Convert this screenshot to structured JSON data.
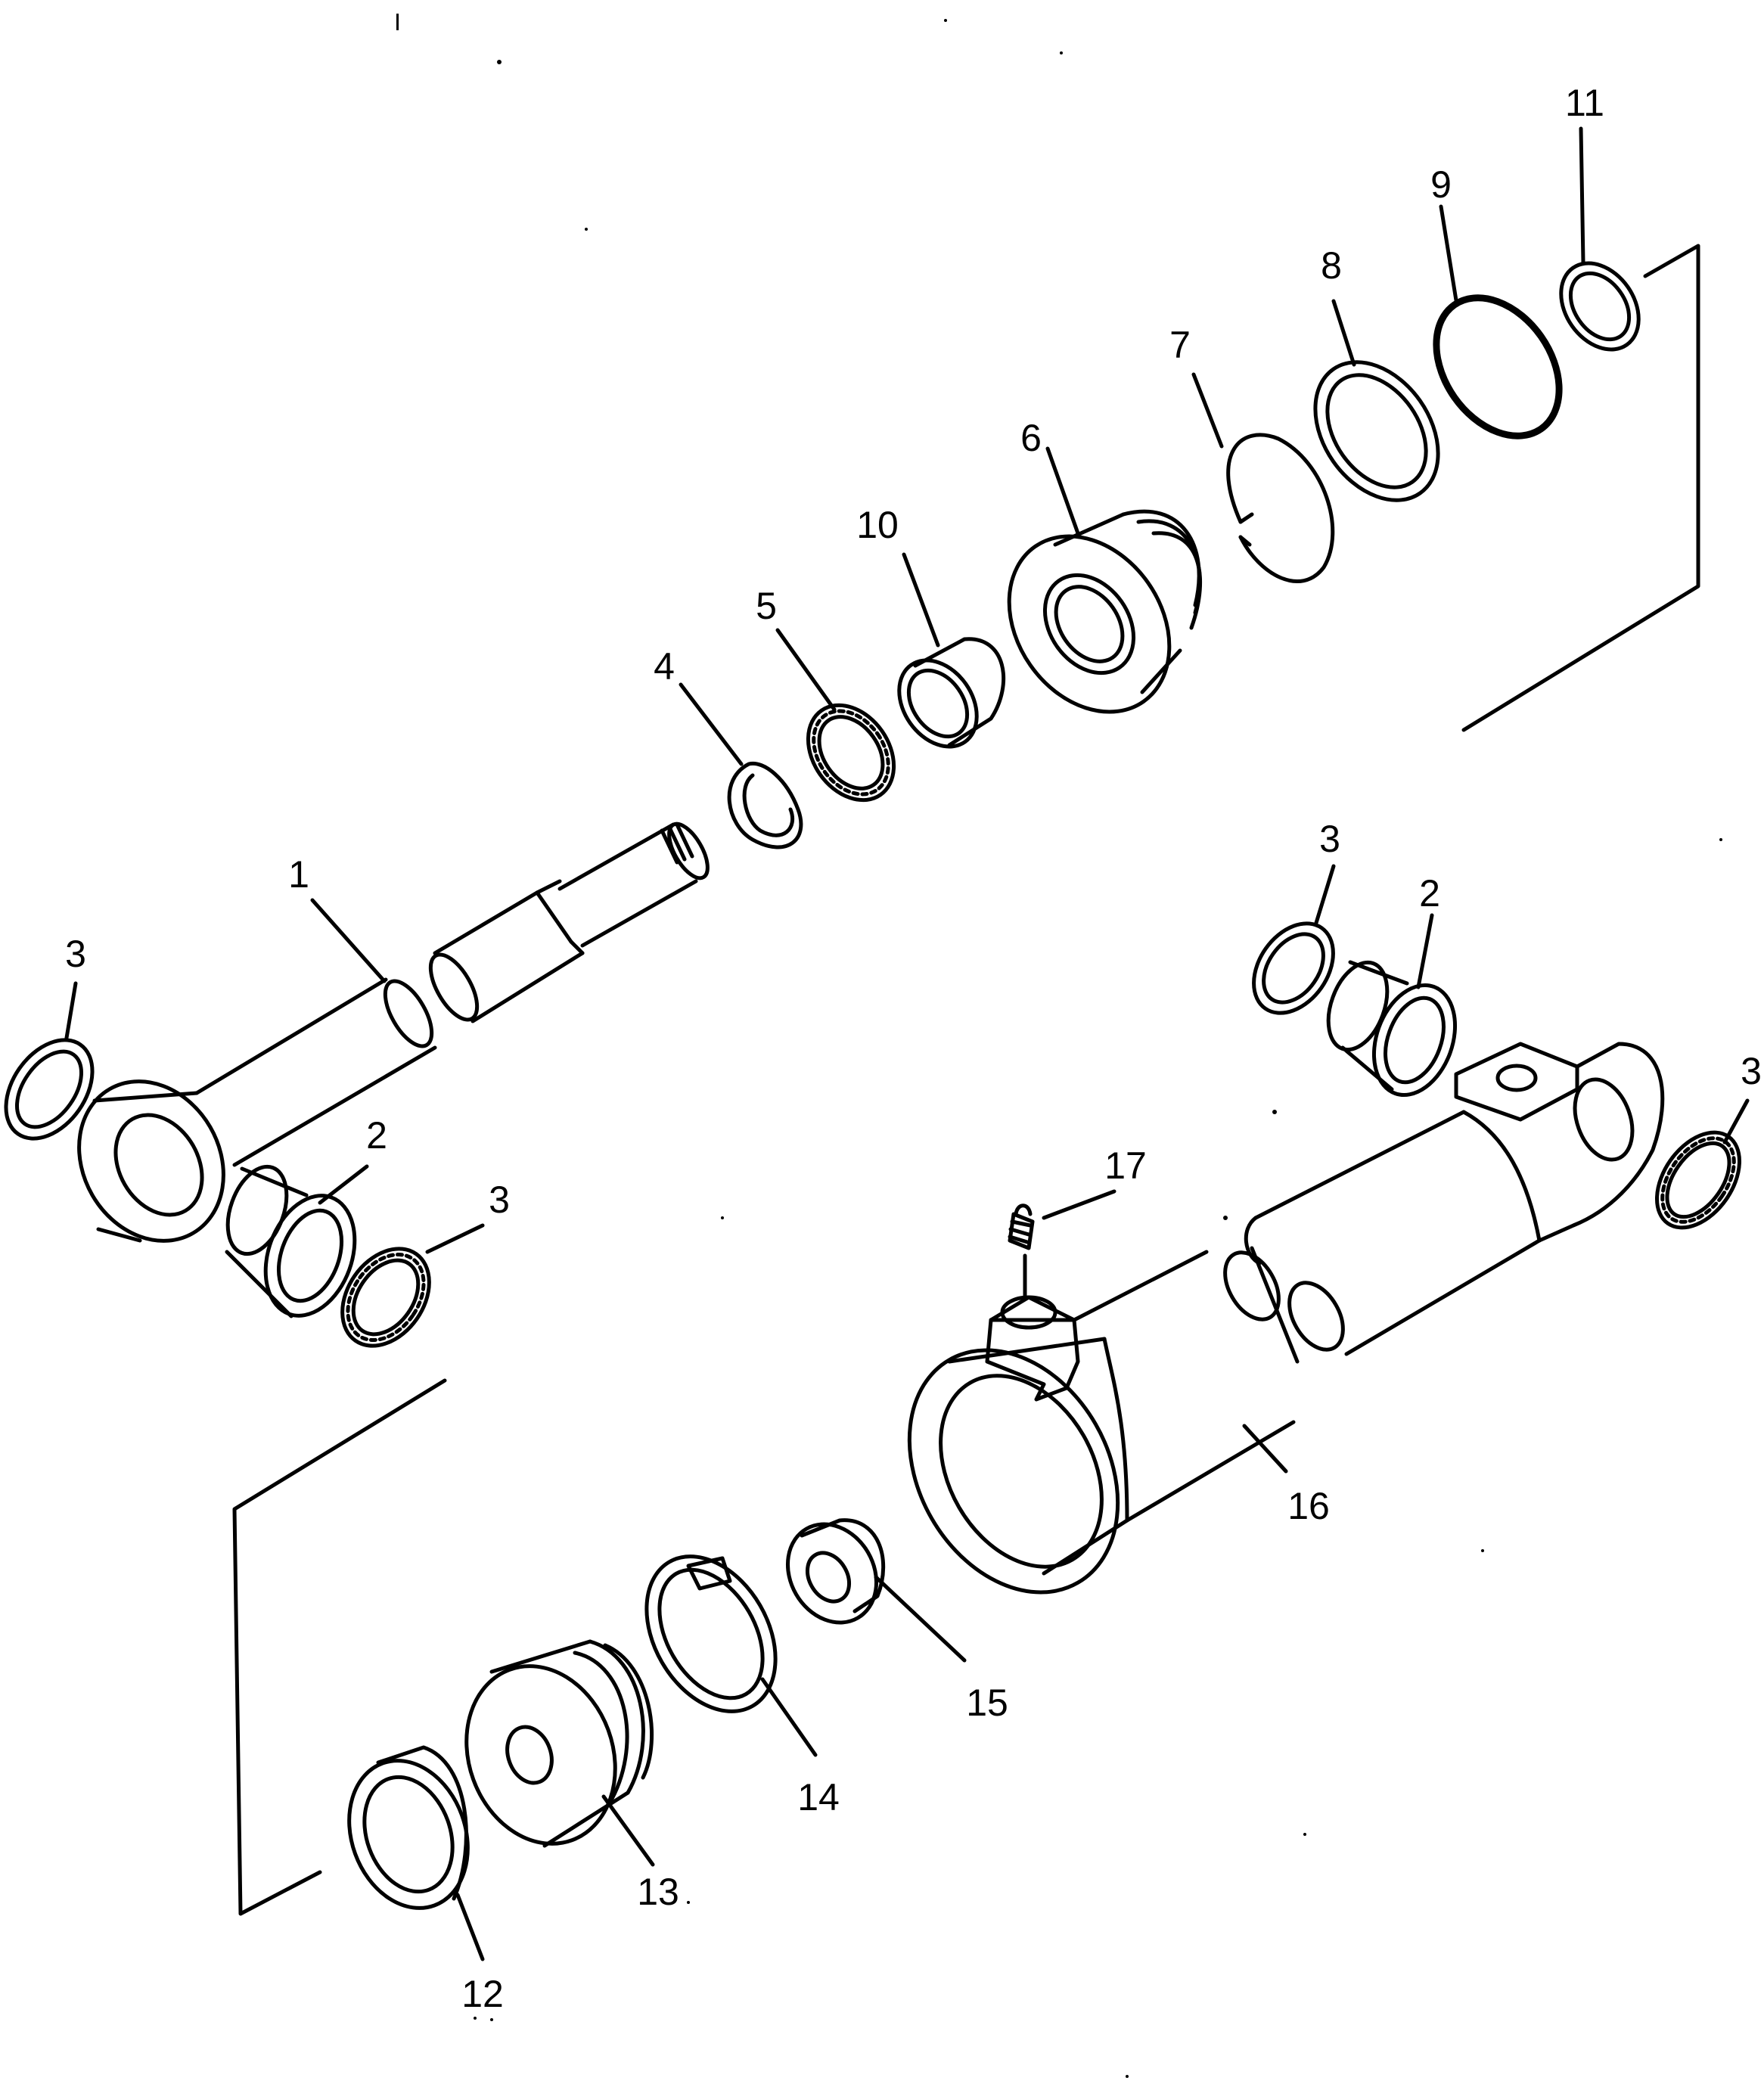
{
  "callouts": {
    "c1": "1",
    "c2a": "2",
    "c2b": "2",
    "c3a": "3",
    "c3b": "3",
    "c3c": "3",
    "c3d": "3",
    "c4": "4",
    "c5": "5",
    "c6": "6",
    "c7": "7",
    "c8": "8",
    "c9": "9",
    "c10": "10",
    "c11": "11",
    "c12": "12",
    "c13": "13",
    "c14": "14",
    "c15": "15",
    "c16": "16",
    "c17": "17"
  },
  "colors": {
    "line": "#000000",
    "background": "#ffffff"
  }
}
